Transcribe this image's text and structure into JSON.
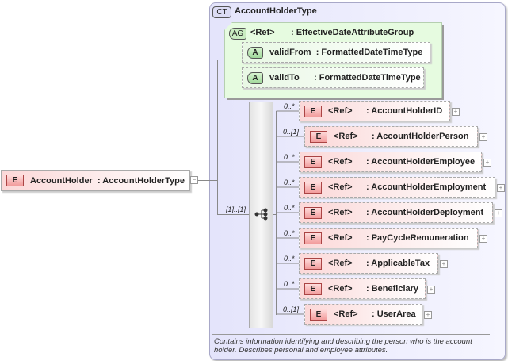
{
  "root": {
    "badge": "E",
    "name": "AccountHolder",
    "type": ": AccountHolderType",
    "toggle": "−"
  },
  "complex_type": {
    "badge": "CT",
    "name": "AccountHolderType",
    "attribute_group": {
      "badge": "AG",
      "ref": "<Ref>",
      "type": ": EffectiveDateAttributeGroup",
      "attributes": [
        {
          "badge": "A",
          "name": "validFrom",
          "type": ": FormattedDateTimeType"
        },
        {
          "badge": "A",
          "name": "validTo",
          "type": ": FormattedDateTimeType"
        }
      ]
    },
    "sequence": {
      "multiplicity": "[1]..[1]",
      "icon": "sequence-icon"
    },
    "elements": [
      {
        "badge": "E",
        "ref": "<Ref>",
        "type": ": AccountHolderID",
        "multiplicity": "0..*"
      },
      {
        "badge": "E",
        "ref": "<Ref>",
        "type": ": AccountHolderPerson",
        "multiplicity": "0..[1]"
      },
      {
        "badge": "E",
        "ref": "<Ref>",
        "type": ": AccountHolderEmployee",
        "multiplicity": "0..*"
      },
      {
        "badge": "E",
        "ref": "<Ref>",
        "type": ": AccountHolderEmployment",
        "multiplicity": "0..*"
      },
      {
        "badge": "E",
        "ref": "<Ref>",
        "type": ": AccountHolderDeployment",
        "multiplicity": "0..*"
      },
      {
        "badge": "E",
        "ref": "<Ref>",
        "type": ": PayCycleRemuneration",
        "multiplicity": "0..*"
      },
      {
        "badge": "E",
        "ref": "<Ref>",
        "type": ": ApplicableTax",
        "multiplicity": "0..*"
      },
      {
        "badge": "E",
        "ref": "<Ref>",
        "type": ": Beneficiary",
        "multiplicity": "0..*"
      },
      {
        "badge": "E",
        "ref": "<Ref>",
        "type": ": UserArea",
        "multiplicity": "0..[1]"
      }
    ],
    "expand_symbol": "+",
    "description": "Contains information identifying and describing the person who is the account holder. Describes personal and employee attributes."
  }
}
